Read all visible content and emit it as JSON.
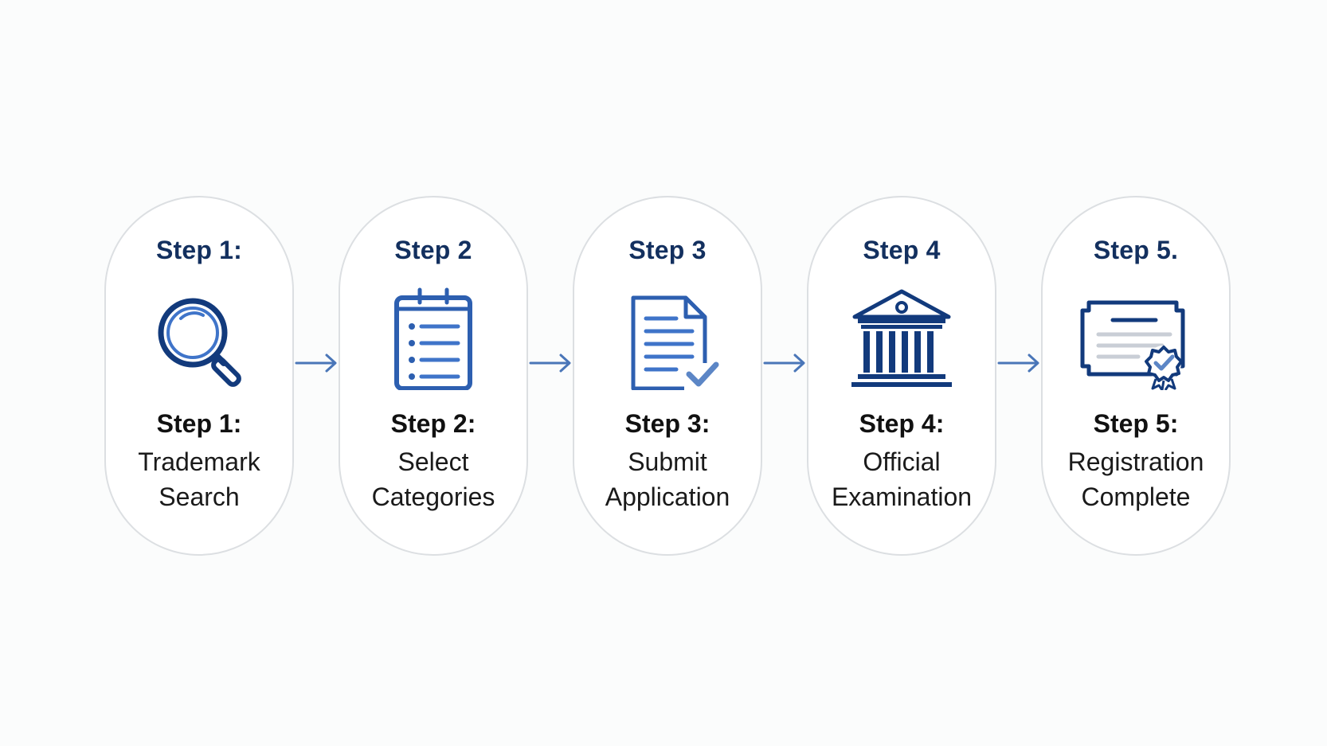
{
  "colors": {
    "card_border": "#dcdfe2",
    "heading": "#13305f",
    "icon_dark": "#123a7c",
    "icon_mid": "#2d5fb0",
    "icon_light": "#3f74c9",
    "arrow": "#4a76b8",
    "check": "#5c86c6"
  },
  "steps": [
    {
      "heading": "Step 1:",
      "label": "Step 1:",
      "lines": [
        "Trademark",
        "Search"
      ],
      "icon": "magnifying-glass-icon"
    },
    {
      "heading": "Step 2",
      "label": "Step 2:",
      "lines": [
        "Select",
        "Categories"
      ],
      "icon": "checklist-icon"
    },
    {
      "heading": "Step 3",
      "label": "Step 3:",
      "lines": [
        "Submit",
        "Application"
      ],
      "icon": "document-check-icon"
    },
    {
      "heading": "Step 4",
      "label": "Step 4:",
      "lines": [
        "Official",
        "Examination"
      ],
      "icon": "government-building-icon"
    },
    {
      "heading": "Step 5.",
      "label": "Step 5:",
      "lines": [
        "Registration",
        "Complete"
      ],
      "icon": "certificate-icon"
    }
  ]
}
